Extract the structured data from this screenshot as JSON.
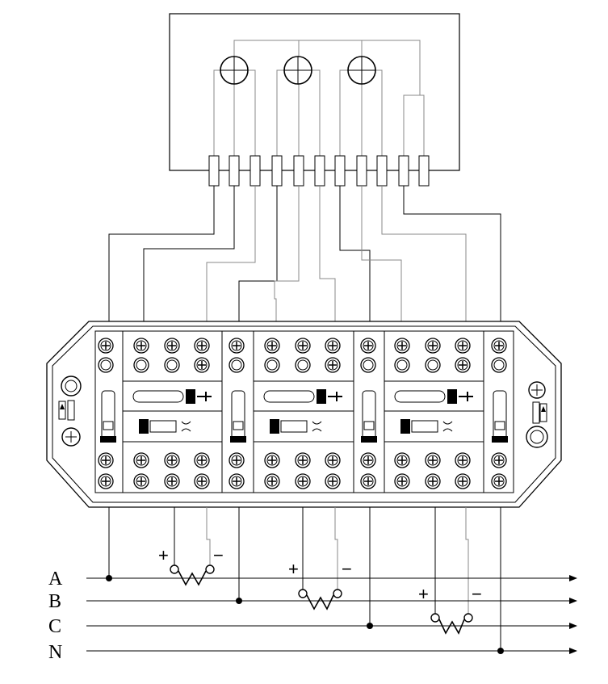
{
  "phase_labels": [
    "A",
    "B",
    "C",
    "N"
  ],
  "ct_signs": [
    {
      "plus": "+",
      "minus": "−"
    },
    {
      "plus": "+",
      "minus": "−"
    },
    {
      "plus": "+",
      "minus": "−"
    }
  ],
  "meter": {
    "terminal_count": 11,
    "element_count": 3
  },
  "terminal_box": {
    "sections": 3,
    "columns_per_section": 3
  }
}
